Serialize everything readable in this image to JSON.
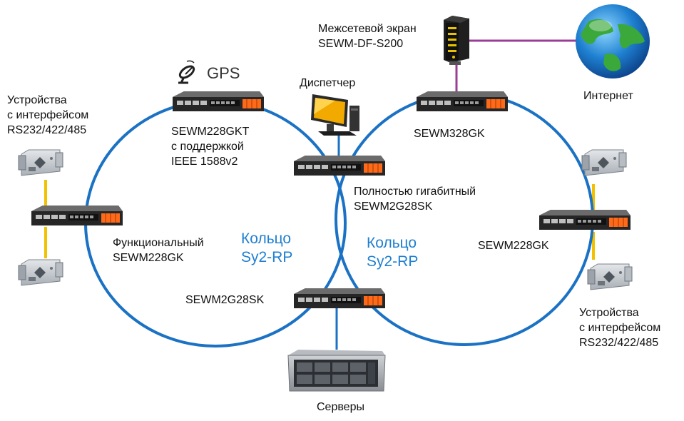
{
  "colors": {
    "ring": "#1b72c4",
    "ring_label": "#1f7fd1",
    "link_serial": "#f2c100",
    "link_internet": "#9b3d96",
    "link_drop": "#1b72c4",
    "switch_body": "#2e2e2e",
    "switch_ports": "#ff6a1a"
  },
  "labels": {
    "firewall": {
      "line1": "Межсетевой экран",
      "line2": "SEWM-DF-S200"
    },
    "internet": "Интернет",
    "gps": "GPS",
    "dispatcher": "Диспетчер",
    "devices_left": {
      "line1": "Устройства",
      "line2": "с интерфейсом",
      "line3": "RS232/422/485"
    },
    "devices_right": {
      "line1": "Устройства",
      "line2": "с интерфейсом",
      "line3": "RS232/422/485"
    },
    "switch_gkt": {
      "line1": "SEWM228GKT",
      "line2": "с поддержкой",
      "line3": "IEEE 1588v2"
    },
    "switch_328": "SEWM328GK",
    "switch_gigabit": {
      "line1": "Полностью гигабитный",
      "line2": "SEWM2G28SK"
    },
    "switch_functional": {
      "line1": "Функциональный",
      "line2": "SEWM228GK"
    },
    "switch_right": "SEWM228GK",
    "switch_bottom": "SEWM2G28SK",
    "servers": "Серверы",
    "ring_left": {
      "line1": "Кольцо",
      "line2": "Sy2-RP"
    },
    "ring_right": {
      "line1": "Кольцо",
      "line2": "Sy2-RP"
    }
  },
  "icons": {
    "satellite": "satellite-dish-icon",
    "globe": "globe-icon",
    "computer": "computer-icon",
    "firewall": "firewall-device-icon",
    "server": "rack-server-icon",
    "serial_device": "serial-device-icon",
    "switch": "network-switch-icon"
  }
}
